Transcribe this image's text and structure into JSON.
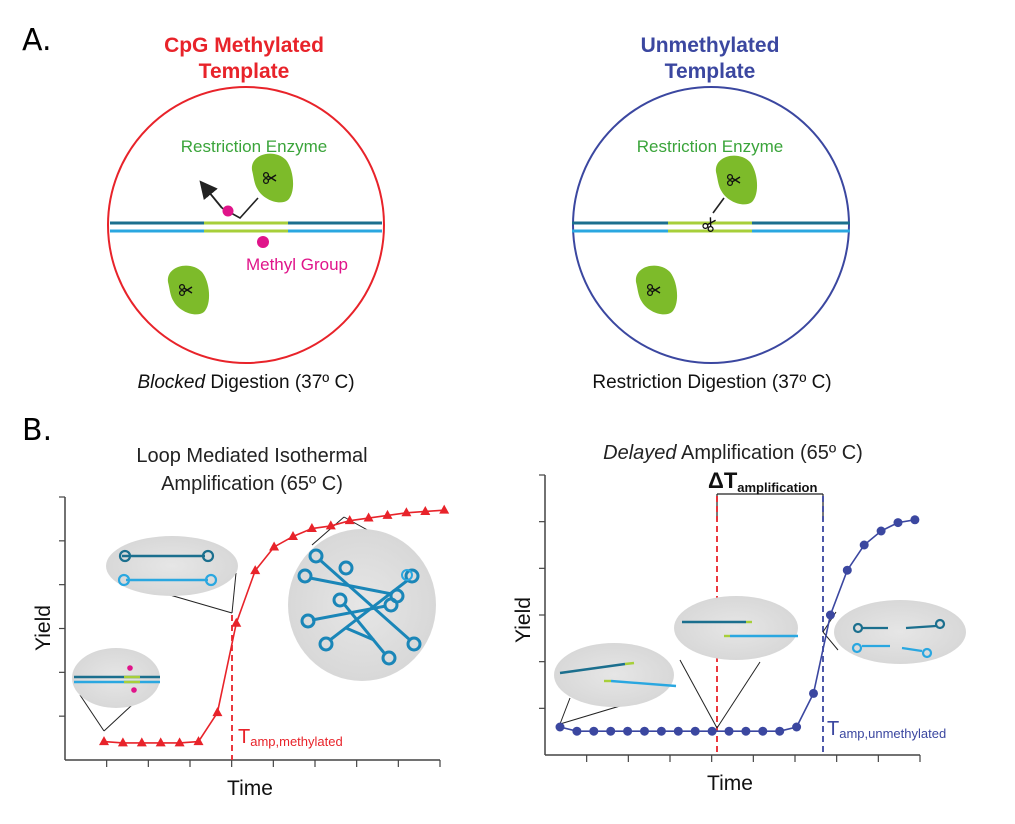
{
  "panel_a": {
    "label": "A.",
    "methylated": {
      "title_line1": "CpG Methylated",
      "title_line2": "Template",
      "enzyme_label": "Restriction Enzyme",
      "methyl_label": "Methyl Group",
      "caption_italic": "Blocked",
      "caption_rest": " Digestion (37º C)",
      "color": "#e8232a"
    },
    "unmethylated": {
      "title_line1": "Unmethylated",
      "title_line2": "Template",
      "enzyme_label": "Restriction Enzyme",
      "caption": "Restriction Digestion (37º C)",
      "color": "#3b47a0"
    },
    "enzyme_color": "#7dbb2a",
    "label_color": "#3aa43a",
    "methyl_color": "#e0148a"
  },
  "panel_b": {
    "label": "B.",
    "left": {
      "title_line1": "Loop Mediated Isothermal",
      "title_line2": "Amplification (65º C)",
      "xlabel": "Time",
      "ylabel": "Yield",
      "t_main": "T",
      "t_sub": "amp,methylated",
      "color": "#e8232a",
      "y_values": [
        0.07,
        0.065,
        0.065,
        0.065,
        0.065,
        0.07,
        0.18,
        0.52,
        0.72,
        0.81,
        0.85,
        0.88,
        0.89,
        0.91,
        0.92,
        0.93,
        0.94,
        0.945,
        0.95
      ]
    },
    "right": {
      "title_italic": "Delayed",
      "title_rest": " Amplification (65º C)",
      "xlabel": "Time",
      "ylabel": "Yield",
      "delta_main": "ΔT",
      "delta_sub": "amplification",
      "t_main": "T",
      "t_sub": "amp,unmethylated",
      "color": "#3b47a0",
      "y_values": [
        0.1,
        0.085,
        0.085,
        0.085,
        0.085,
        0.085,
        0.085,
        0.085,
        0.085,
        0.085,
        0.085,
        0.085,
        0.085,
        0.085,
        0.1,
        0.22,
        0.5,
        0.66,
        0.75,
        0.8,
        0.83,
        0.84
      ]
    }
  }
}
